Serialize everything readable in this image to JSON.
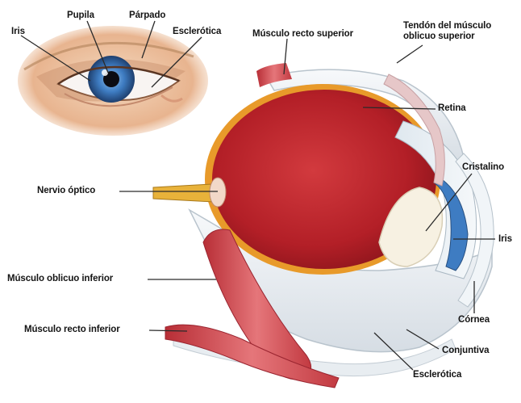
{
  "labels": {
    "pupila": "Pupila",
    "parpado": "Párpado",
    "iris_externo": "Iris",
    "esclerotica_externa": "Esclerótica",
    "musculo_recto_superior": "Músculo recto superior",
    "tendon_line1": "Tendón del músculo",
    "tendon_line2": "oblicuo superior",
    "retina": "Retina",
    "cristalino": "Cristalino",
    "nervio_optico": "Nervio óptico",
    "iris": "Iris",
    "musculo_oblicuo_inferior": "Músculo oblicuo inferior",
    "cornea": "Córnea",
    "musculo_recto_inferior": "Músculo recto inferior",
    "conjuntiva": "Conjuntiva",
    "esclerotica": "Esclerótica"
  },
  "colors": {
    "retina": "#c0262c",
    "choroid": "#e89a2a",
    "sclera": "#eef2f5",
    "muscle": "#d7464c",
    "iris": "#3e7cc2",
    "lens": "#f7f1e2",
    "leader": "#2a2a2a"
  }
}
